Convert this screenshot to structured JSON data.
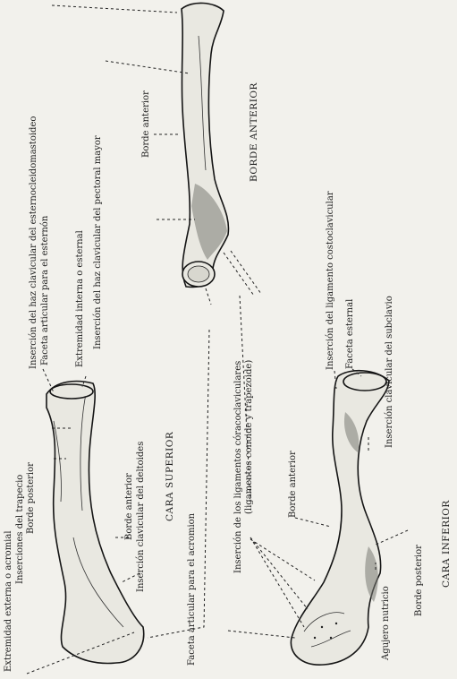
{
  "labels": {
    "ext_externa_acromial": "Extremidad externa o acromial",
    "inserciones_trapecio": "Inserciones del trapecio",
    "borde_posterior_sup": "Borde posterior",
    "borde_anterior_sup": "Borde anterior",
    "insercion_deltoides": "Inserción clavicular del deltoides",
    "cara_superior": "CARA SUPERIOR",
    "insercion_esternocleido": "Inserción del haz clavicular del esternocleidomastoideo",
    "faceta_esternon": "Faceta articular para el esternón",
    "ext_interna": "Extremidad interna o esternal",
    "insercion_pectoral": "Inserción del haz clavicular del pectoral mayor",
    "borde_anterior_ant": "Borde anterior",
    "borde_anterior_caption": "BORDE ANTERIOR",
    "faceta_acromion": "Faceta articular para el acromion",
    "coracoclaviculares_1": "Inserción de los ligamentos córacoclaviculares",
    "coracoclaviculares_2": "(ligamentos conoide y trapezoide)",
    "borde_anterior_inf": "Borde anterior",
    "insercion_costoclavicular": "Inserción del ligamento costoclavicular",
    "faceta_esternal": "Faceta esternal",
    "insercion_subclavio": "Inserción clavicular del subclavio",
    "agujero_nutricio": "Agujero nutricio",
    "borde_posterior_inf": "Borde posterior",
    "cara_inferior": "CARA INFERIOR"
  }
}
